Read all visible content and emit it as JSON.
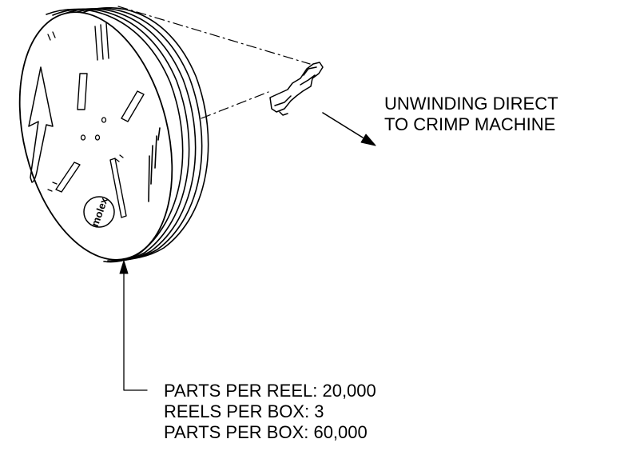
{
  "colors": {
    "line": "#000000",
    "background": "#ffffff"
  },
  "reel": {
    "brand_mark": "molex"
  },
  "callouts": {
    "unwinding": {
      "lines": [
        "UNWINDING DIRECT",
        "TO CRIMP MACHINE"
      ]
    },
    "packaging": {
      "lines": [
        "PARTS PER REEL: 20,000",
        "REELS PER BOX: 3",
        "PARTS PER BOX: 60,000"
      ]
    }
  }
}
